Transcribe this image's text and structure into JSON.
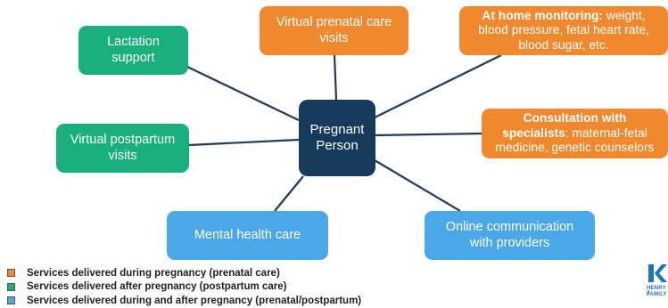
{
  "diagram": {
    "center": {
      "line1": "Pregnant",
      "line2": "Person"
    },
    "nodes": {
      "lactation": {
        "line1": "Lactation",
        "line2": "support"
      },
      "virtual_prenatal": {
        "line1": "Virtual prenatal care",
        "line2": "visits"
      },
      "home_monitoring": {
        "bold": "At home monitoring:",
        "text1": " weight,",
        "line2": "blood pressure, fetal heart rate,",
        "line3": "blood sugar, etc."
      },
      "virtual_postpartum": {
        "line1": "Virtual postpartum",
        "line2": "visits"
      },
      "consultation": {
        "bold1": "Consultation with",
        "bold2": "specialists",
        "text2": ": maternal-fetal",
        "line3": "medicine, genetic counselors"
      },
      "mental_health": {
        "line1": "Mental health care"
      },
      "online_communication": {
        "line1": "Online communication",
        "line2": "with providers"
      }
    },
    "colors": {
      "prenatal": "#f0892e",
      "postpartum": "#19b07e",
      "both": "#4aa7e8",
      "center": "#153a5b",
      "connector": "#1f3b57"
    }
  },
  "legend": [
    {
      "color": "#f0892e",
      "label": "Services delivered during pregnancy (prenatal care)"
    },
    {
      "color": "#19b07e",
      "label": "Services delivered after pregnancy (postpartum care)"
    },
    {
      "color": "#4aa7e8",
      "label": "Services delivered during and after pregnancy (prenatal/postpartum)"
    }
  ],
  "logo": {
    "letter": "K",
    "line1": "HENRY J",
    "line2": "FAMILY"
  }
}
